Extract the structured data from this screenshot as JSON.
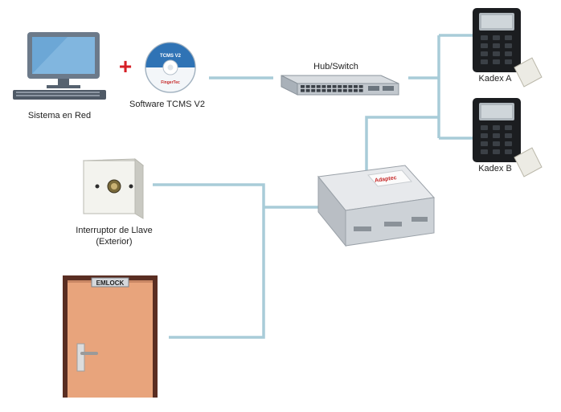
{
  "colors": {
    "connector": "#a8ccd8",
    "door": "#e8a47c",
    "door_frame": "#5a2e22",
    "cross": "#d61f26",
    "controller": "#d5d8dc"
  },
  "nodes": {
    "computer": {
      "label": "Sistema en Red",
      "icon": "desktop-computer-icon"
    },
    "plus": {
      "symbol": "+"
    },
    "software": {
      "label": "Software TCMS V2",
      "cd_title": "TCMS V2",
      "cd_brand": "FingerTec",
      "icon": "cd-disc-icon"
    },
    "hub": {
      "label": "Hub/Switch",
      "icon": "network-switch-icon"
    },
    "reader_a": {
      "label": "Kadex A",
      "icon": "card-reader-icon"
    },
    "reader_b": {
      "label": "Kadex B",
      "icon": "card-reader-icon"
    },
    "key_switch": {
      "label_line1": "Interruptor de Llave",
      "label_line2": "(Exterior)",
      "icon": "key-switch-icon"
    },
    "controller": {
      "brand": "Adaptec",
      "icon": "access-controller-icon"
    },
    "door": {
      "sign": "EMLOCK",
      "icon": "door-icon"
    }
  }
}
